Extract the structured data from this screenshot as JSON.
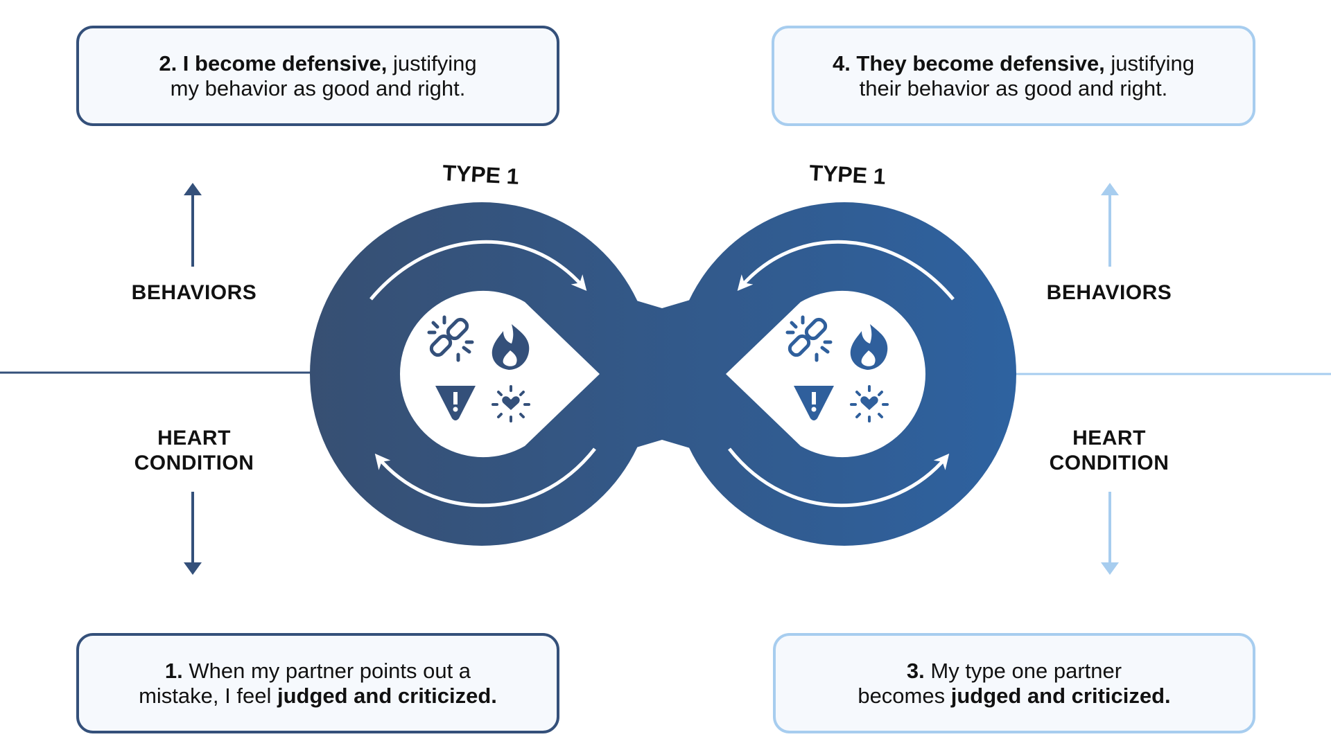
{
  "boxes": {
    "top_left": {
      "bold": "2. I become defensive,",
      "rest1": " justifying",
      "line2": "my behavior as good and right."
    },
    "top_right": {
      "bold": "4. They become defensive,",
      "rest1": " justifying",
      "line2": "their behavior as good and right."
    },
    "bottom_left": {
      "num": "1.",
      "line1": " When my partner points out a",
      "line2a": "mistake, I feel ",
      "line2b": "judged and criticized."
    },
    "bottom_right": {
      "num": "3.",
      "line1": " My type one partner",
      "line2a": "becomes ",
      "line2b": "judged and criticized."
    }
  },
  "labels": {
    "behaviors_left": "BEHAVIORS",
    "behaviors_right": "BEHAVIORS",
    "heart_left_1": "HEART",
    "heart_left_2": "CONDITION",
    "heart_right_1": "HEART",
    "heart_right_2": "CONDITION",
    "type_left": "TYPE 1",
    "type_right": "TYPE 1"
  },
  "icons": [
    "broken-link-icon",
    "fire-icon",
    "warning-icon",
    "heart-burst-icon"
  ],
  "colors": {
    "dark_blue": "#34507a",
    "mid_blue": "#2f5f9c",
    "light_blue": "#a7cdef",
    "box_fill": "#f6f9fd"
  }
}
